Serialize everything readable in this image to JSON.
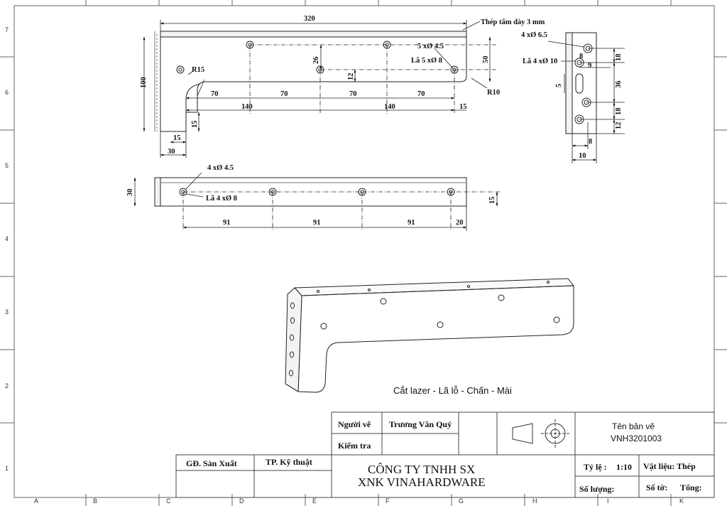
{
  "frame": {
    "columns": [
      "A",
      "B",
      "C",
      "D",
      "E",
      "F",
      "G",
      "H",
      "I",
      "K"
    ],
    "rows": [
      "7",
      "6",
      "5",
      "4",
      "3",
      "2",
      "1"
    ]
  },
  "top_view": {
    "overall_length": "320",
    "material_note": "Thép tấm dày 3 mm",
    "height_total": "100",
    "radius_inner": "R15",
    "radius_end": "R10",
    "hole_callout_1": "5 xØ 4.5",
    "hole_callout_2": "Lã 5 xØ 8",
    "dim_26": "26",
    "dim_12": "12",
    "dim_50": "50",
    "spacing": [
      "70",
      "70",
      "70",
      "70"
    ],
    "spacing_140_a": "140",
    "spacing_140_b": "140",
    "dim_15_right": "15",
    "dim_15_h": "15",
    "dim_15_v": "15",
    "dim_30": "30"
  },
  "side_view": {
    "hole_callout_1": "4 xØ 6.5",
    "hole_callout_2": "Lã 4 xØ 10",
    "dim_8_top": "8",
    "dim_9": "9",
    "dim_5": "5",
    "dim_18_top": "18",
    "dim_36": "36",
    "dim_18_bottom": "18",
    "dim_12": "12",
    "dim_8_bottom": "8",
    "dim_10": "10"
  },
  "bottom_view": {
    "height": "30",
    "hole_callout_1": "4 xØ 4.5",
    "hole_callout_2": "Lã 4 xØ 8",
    "dim_15": "15",
    "spacing": [
      "91",
      "91",
      "91"
    ],
    "dim_20": "20"
  },
  "process_note": "Cắt lazer - Lã lỗ - Chấn - Mài",
  "title_block": {
    "drawn_by_label": "Người vẽ",
    "drawn_by_name": "Trương Văn Quý",
    "checked_label": "Kiểm tra",
    "gd_label": "GĐ. Sản Xuất",
    "tp_label": "TP. Kỹ thuật",
    "company_line1": "CÔNG TY TNHH SX",
    "company_line2": "XNK VINAHARDWARE",
    "drawing_name_label": "Tên bản vẽ",
    "drawing_code": "VNH3201003",
    "scale_label": "Tỷ lệ :",
    "scale_value": "1:10",
    "material_label": "Vật liệu: Thép",
    "quantity_label": "Số lượng:",
    "sheet_label": "Số tờ:",
    "total_label": "Tổng:"
  }
}
